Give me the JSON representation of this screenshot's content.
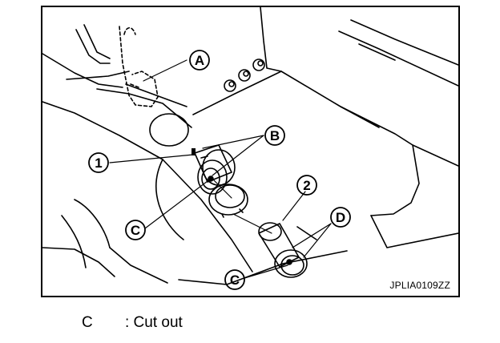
{
  "figure": {
    "code": "JPLIA0109ZZ",
    "callouts": {
      "a": "A",
      "b": "B",
      "c1": "C",
      "c2": "C",
      "d": "D",
      "n1": "1",
      "n2": "2"
    }
  },
  "legend": {
    "key": "C",
    "desc": ": Cut out"
  }
}
